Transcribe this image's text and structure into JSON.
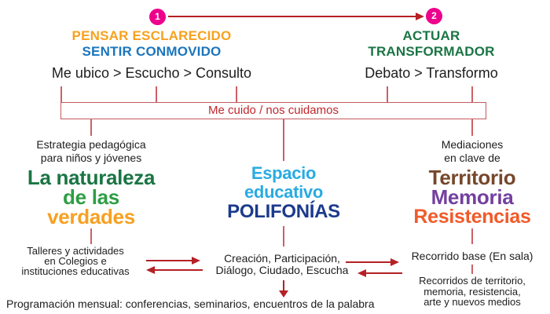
{
  "diagram": {
    "step1": "1",
    "step2": "2",
    "pensar": "PENSAR ESCLARECIDO",
    "sentir": "SENTIR CONMOVIDO",
    "ubico": "Me ubico > Escucho > Consulto",
    "actuar": "ACTUAR",
    "transformador": "TRANSFORMADOR",
    "debato": "Debato > Transformo",
    "cuido": "Me cuido / nos cuidamos",
    "left": {
      "sub1": "Estrategia pedagógica",
      "sub2": "para niños y jóvenes",
      "big1": "La naturaleza",
      "big2": "de las",
      "big3": "verdades",
      "detail1": "Talleres y actividades",
      "detail2": "en Colegios e",
      "detail3": "instituciones educativas"
    },
    "center": {
      "big1": "Espacio",
      "big2": "educativo",
      "big3": "POLIFONÍAS",
      "detail1": "Creación, Participación,",
      "detail2": "Diálogo, Ciudado, Escucha"
    },
    "right": {
      "sub1": "Mediaciones",
      "sub2": "en clave de",
      "big1": "Territorio",
      "big2": "Memoria",
      "big3": "Resistencias",
      "detail1": "Recorrido base (En sala)",
      "detail2a": "Recorridos de territorio,",
      "detail2b": "memoria, resistencia,",
      "detail2c": "arte y nuevos medios"
    },
    "footer": "Programación mensual: conferencias, seminarios, encuentros de la palabra"
  },
  "colors": {
    "step_pink": "#EC008C",
    "pensar_orange": "#F7A11E",
    "sentir_blue": "#1B75BC",
    "actuar_green": "#1A7544",
    "naturaleza_green_dark": "#1A7544",
    "de_las_green_bright": "#2E9E44",
    "verdades_orange": "#F7A021",
    "espacio_cyan": "#29ABE2",
    "polifonias_navy": "#1B3A8C",
    "territorio_brown": "#77472B",
    "memoria_purple": "#7440A0",
    "resistencias_orange_red": "#F15A29",
    "connector_red": "#C45A5F",
    "arrow_red": "#B52025",
    "cuido_red_text": "#C1272D",
    "body_text": "#1F1C1D"
  }
}
